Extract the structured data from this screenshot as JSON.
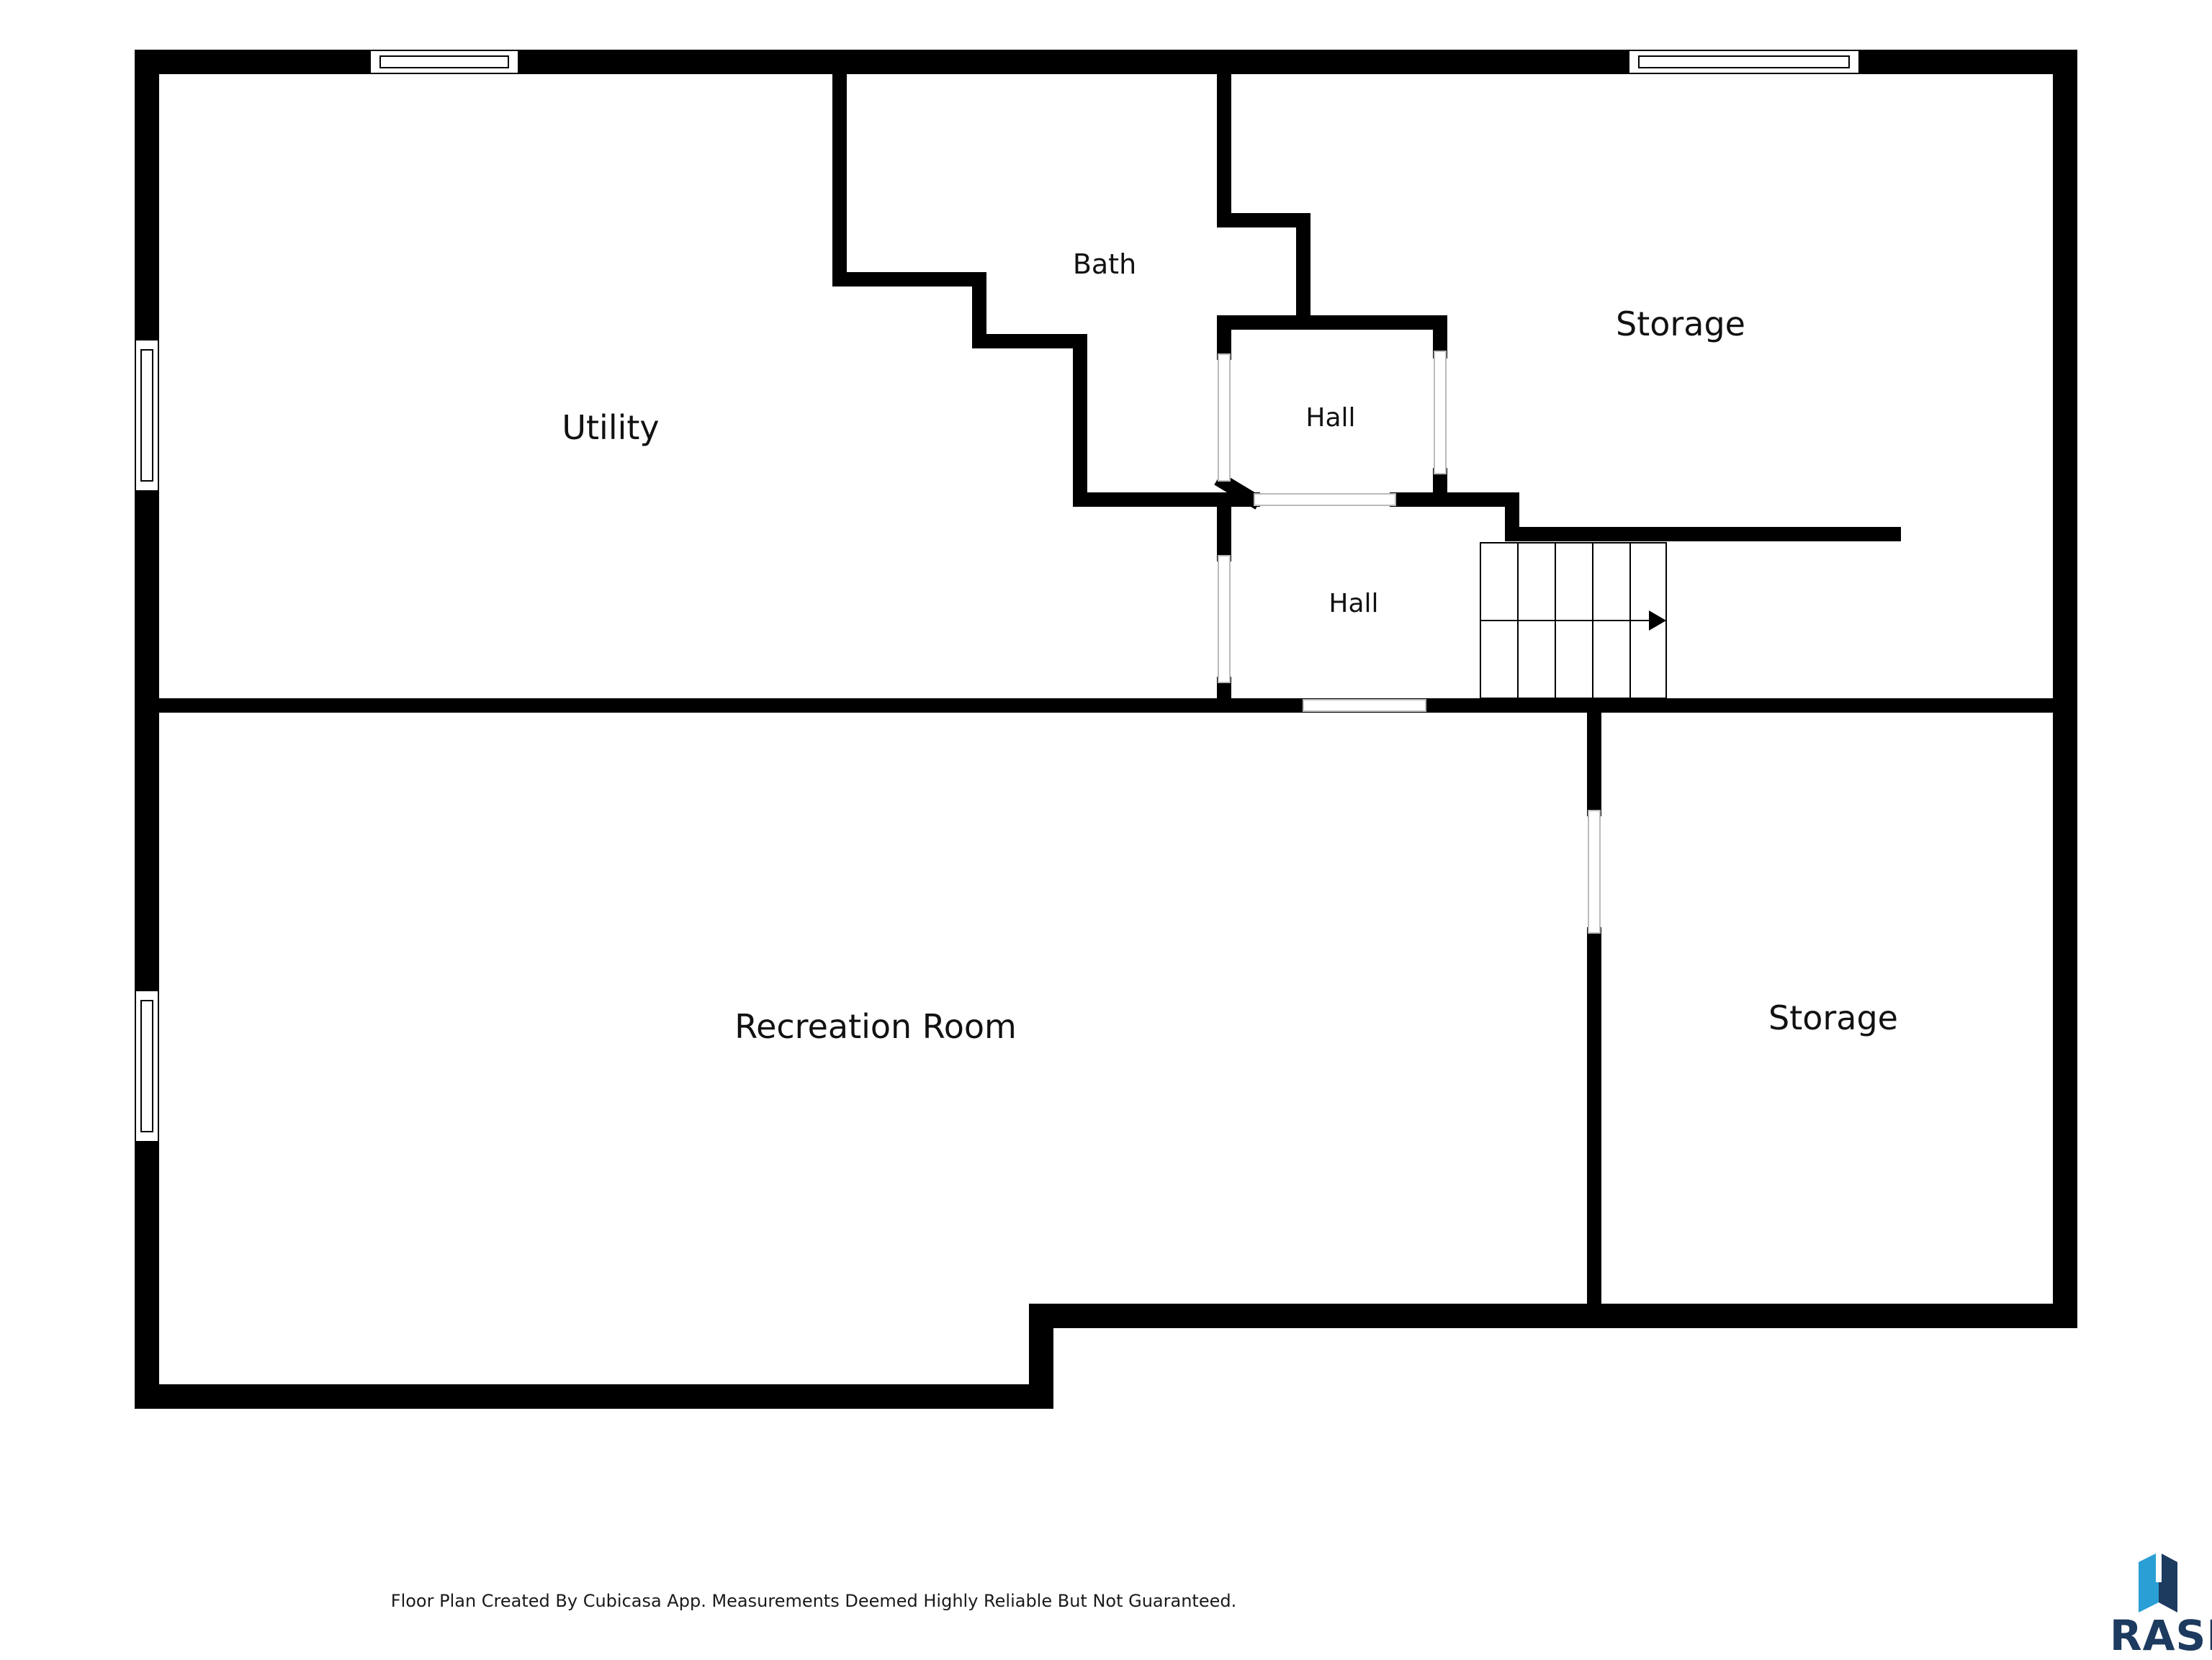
{
  "rooms": {
    "utility": "Utility",
    "bath": "Bath",
    "hall_upper": "Hall",
    "hall_lower": "Hall",
    "storage_upper": "Storage",
    "recreation": "Recreation Room",
    "storage_lower": "Storage"
  },
  "footer": {
    "disclaimer": "Floor Plan Created By Cubicasa App. Measurements Deemed Highly Reliable But Not Guaranteed."
  },
  "logo": {
    "text": "RASE",
    "icon": "house-cube-logo-icon",
    "color": "#1d3a5f",
    "accent": "#2a9fd6"
  },
  "colors": {
    "wall": "#000000",
    "background": "#ffffff"
  }
}
